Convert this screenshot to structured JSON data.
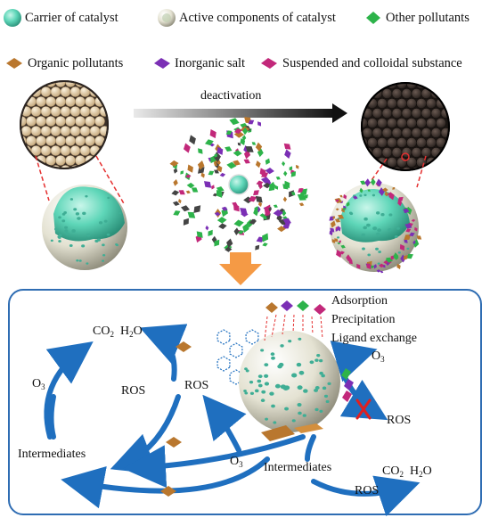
{
  "legend": {
    "carrier": "Carrier of catalyst",
    "active": "Active components of catalyst",
    "other": "Other pollutants",
    "organic": "Organic pollutants",
    "inorganic": "Inorganic salt",
    "suspended": "Suspended and colloidal substance"
  },
  "top": {
    "deactivation": "deactivation"
  },
  "mechanism": {
    "adsorption": "Adsorption",
    "precipitation": "Precipitation",
    "ligand_exchange": "Ligand exchange",
    "o3_right": "O",
    "o3_right_sub": "3",
    "ros_blocked": "ROS",
    "co2_left_main": "CO",
    "co2_left_sub": "2",
    "h2o_left_main": "H",
    "h2o_left_sub": "2",
    "h2o_left_tail": "O",
    "o3_left": "O",
    "o3_left_sub": "3",
    "ros_left": "ROS",
    "ros_mid": "ROS",
    "intermediates_left": "Intermediates",
    "o3_center": "O",
    "o3_center_sub": "3",
    "intermediates_right": "Intermediates",
    "ros_bottom": "ROS",
    "co2_right_main": "CO",
    "co2_right_sub": "2",
    "h2o_right_main": "H",
    "h2o_right_sub": "2",
    "h2o_right_tail": "O"
  },
  "colors": {
    "carrier": "#5ed6b8",
    "shell": "#e8e6d6",
    "other": "#2db34a",
    "organic": "#b9772e",
    "inorganic": "#7b2fb5",
    "suspended": "#c2287a",
    "arrow_blue": "#1f6fbf",
    "arrow_orange": "#f59a45",
    "box_border": "#2f6db3"
  }
}
